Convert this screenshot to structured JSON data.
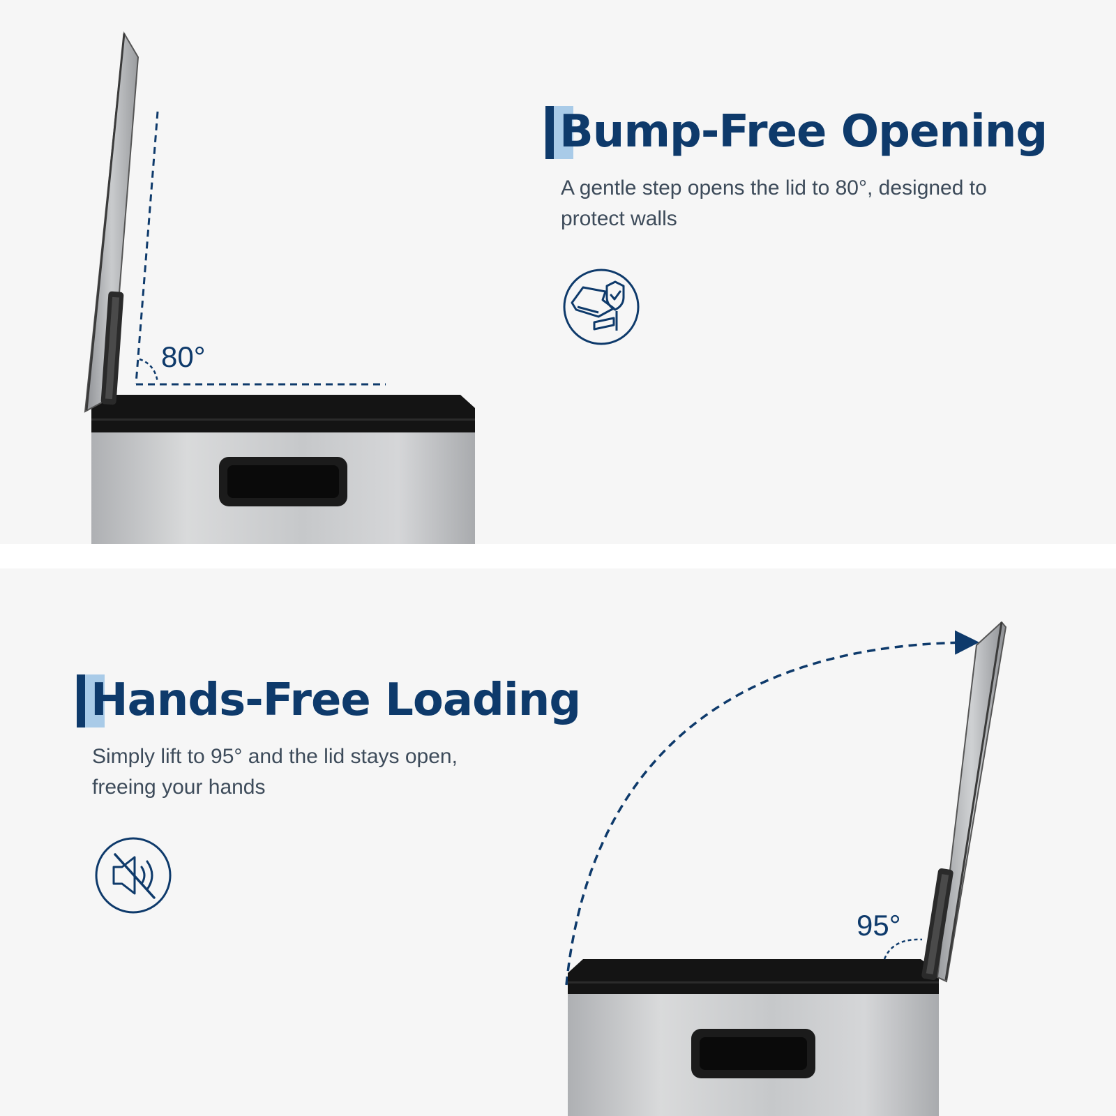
{
  "colors": {
    "brand_navy": "#0e3a6b",
    "accent_light_blue": "#a9cbe8",
    "background": "#f6f6f6",
    "divider": "#ffffff",
    "description_text": "#3d4b5a",
    "steel": "#c4c6c8",
    "rim_black": "#141414"
  },
  "bump_free": {
    "title": "Bump-Free Opening",
    "description": "A gentle step opens the lid to 80°, designed to protect walls",
    "angle_label": "80°",
    "icon": "wall-protection-shield-icon"
  },
  "hands_free": {
    "title": "Hands-Free Loading",
    "description": "Simply lift to 95° and the lid stays open, freeing your hands",
    "angle_label": "95°",
    "icon": "mute-speaker-icon"
  }
}
